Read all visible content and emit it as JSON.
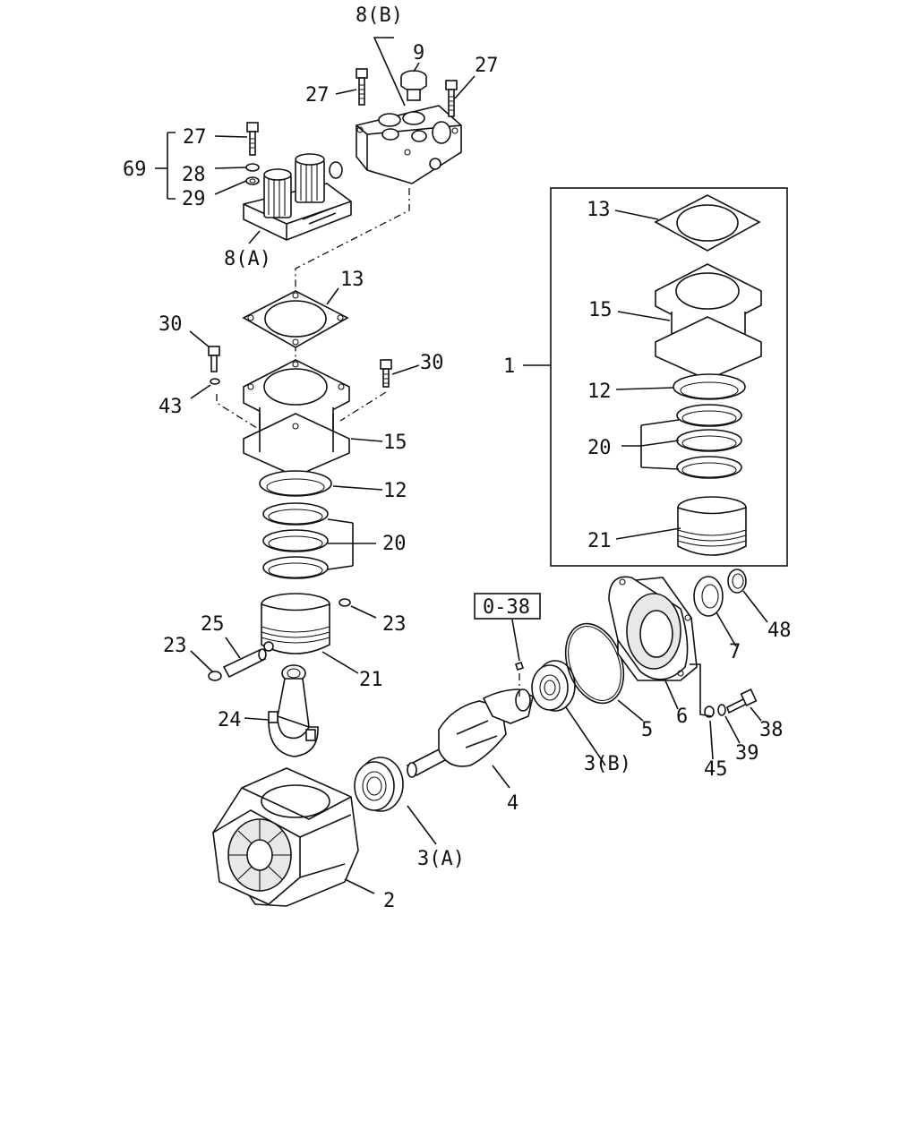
{
  "labels": {
    "l_8b": "8(B)",
    "l_9": "9",
    "l_27a": "27",
    "l_27b": "27",
    "l_27c": "27",
    "l_69": "69",
    "l_28": "28",
    "l_29": "29",
    "l_8a": "8(A)",
    "l_13a": "13",
    "l_30a": "30",
    "l_30b": "30",
    "l_43": "43",
    "l_15a": "15",
    "l_12a": "12",
    "l_20a": "20",
    "l_23a": "23",
    "l_23b": "23",
    "l_25": "25",
    "l_21a": "21",
    "l_24": "24",
    "l_2": "2",
    "l_3a": "3(A)",
    "l_4": "4",
    "l_3b": "3(B)",
    "l_5": "5",
    "l_6": "6",
    "l_7": "7",
    "l_48": "48",
    "l_38": "38",
    "l_39": "39",
    "l_45": "45",
    "l_038": "0-38",
    "l_1": "1",
    "l_13b": "13",
    "l_15b": "15",
    "l_12b": "12",
    "l_20b": "20",
    "l_21b": "21"
  }
}
